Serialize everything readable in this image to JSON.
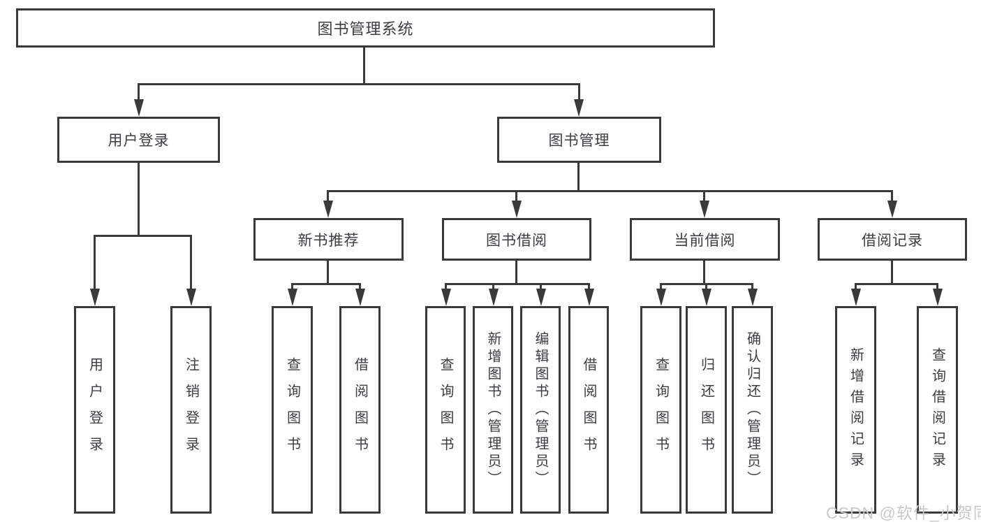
{
  "diagram": {
    "title": "图书管理系统",
    "nodes": {
      "root": "图书管理系统",
      "user_login": "用户登录",
      "book_mgmt": "图书管理",
      "new_book_rec": "新书推荐",
      "book_borrow": "图书借阅",
      "current_borrow": "当前借阅",
      "borrow_record": "借阅记录",
      "leaves": {
        "user_login_leaf": "用户登录",
        "logout": "注销登录",
        "nbr_query": "查询图书",
        "nbr_borrow": "借阅图书",
        "bb_query": "查询图书",
        "bb_add": "新增图书（管理员）",
        "bb_edit": "编辑图书（管理员）",
        "bb_borrow": "借阅图书",
        "cb_query": "查询图书",
        "cb_return": "归还图书",
        "cb_confirm": "确认归还（管理员）",
        "br_add": "新增借阅记录",
        "br_query": "查询借阅记录"
      }
    },
    "colors": {
      "line": "#3a3a3a",
      "text": "#3d3d42",
      "watermark": "#c9c9c9",
      "background": "#ffffff"
    }
  },
  "watermark": "CSDN @软件_小贺同学"
}
